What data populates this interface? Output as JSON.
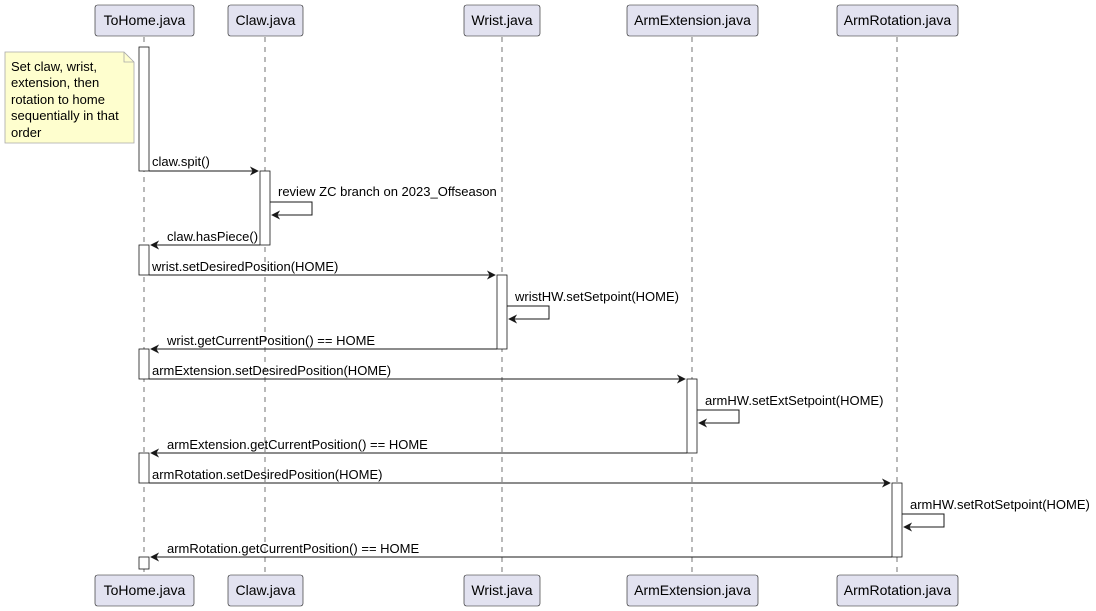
{
  "colors": {
    "participant_fill": "#e2e2f0",
    "participant_stroke": "#181818",
    "activation_fill": "#ffffff",
    "note_fill": "#fefece",
    "note_stroke": "#a8a8a8",
    "line": "#181818"
  },
  "participants": [
    {
      "id": "tohome",
      "label": "ToHome.java"
    },
    {
      "id": "claw",
      "label": "Claw.java"
    },
    {
      "id": "wrist",
      "label": "Wrist.java"
    },
    {
      "id": "armext",
      "label": "ArmExtension.java"
    },
    {
      "id": "armrot",
      "label": "ArmRotation.java"
    }
  ],
  "note": {
    "lines": [
      "Set claw, wrist,",
      "extension, then",
      "rotation to home",
      "sequentially in that",
      "order"
    ]
  },
  "messages": [
    {
      "from": "tohome",
      "to": "claw",
      "label": "claw.spit()"
    },
    {
      "from": "claw",
      "to": "claw",
      "label": "review ZC branch on 2023_Offseason"
    },
    {
      "from": "claw",
      "to": "tohome",
      "label": "claw.hasPiece()"
    },
    {
      "from": "tohome",
      "to": "wrist",
      "label": "wrist.setDesiredPosition(HOME)"
    },
    {
      "from": "wrist",
      "to": "wrist",
      "label": "wristHW.setSetpoint(HOME)"
    },
    {
      "from": "wrist",
      "to": "tohome",
      "label": "wrist.getCurrentPosition() == HOME"
    },
    {
      "from": "tohome",
      "to": "armext",
      "label": "armExtension.setDesiredPosition(HOME)"
    },
    {
      "from": "armext",
      "to": "armext",
      "label": "armHW.setExtSetpoint(HOME)"
    },
    {
      "from": "armext",
      "to": "tohome",
      "label": "armExtension.getCurrentPosition() == HOME"
    },
    {
      "from": "tohome",
      "to": "armrot",
      "label": "armRotation.setDesiredPosition(HOME)"
    },
    {
      "from": "armrot",
      "to": "armrot",
      "label": "armHW.setRotSetpoint(HOME)"
    },
    {
      "from": "armrot",
      "to": "tohome",
      "label": "armRotation.getCurrentPosition() == HOME"
    }
  ]
}
